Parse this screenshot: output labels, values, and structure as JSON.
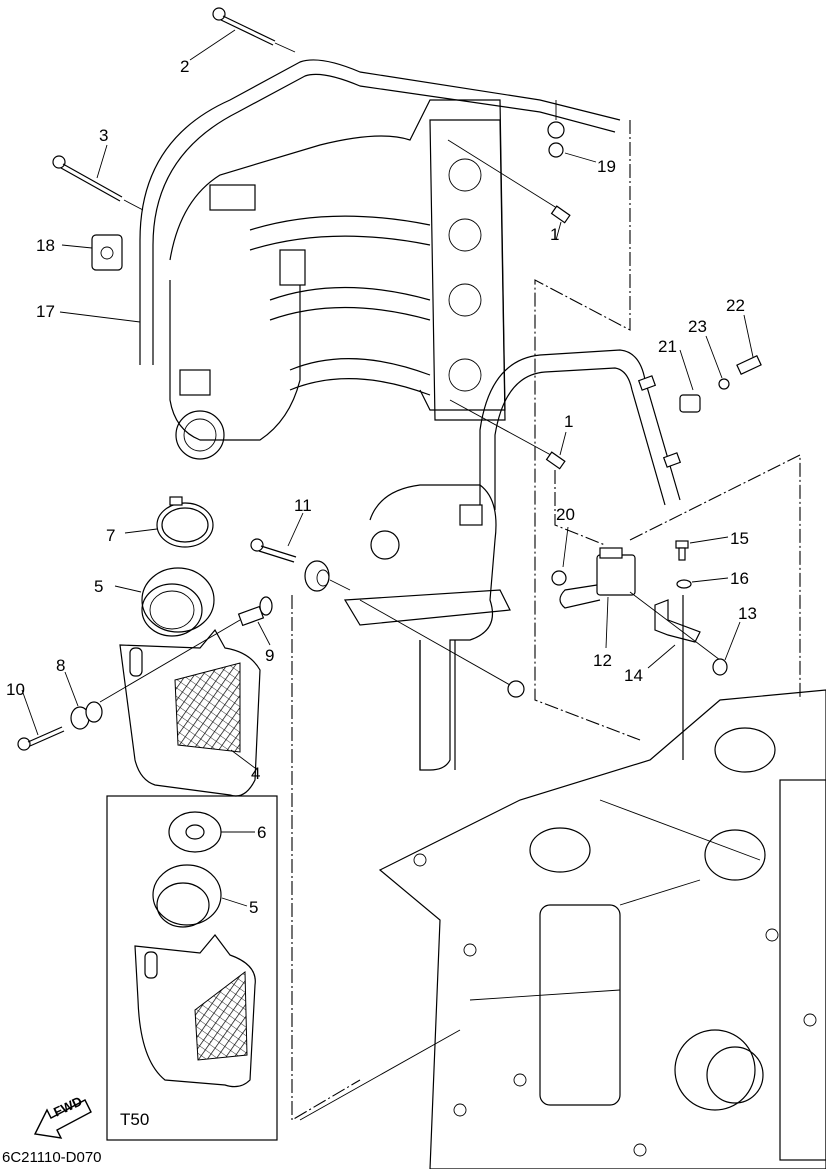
{
  "diagram": {
    "type": "exploded-parts-diagram",
    "subject": "Intake / air silencer assembly",
    "drawing_code": "6C21110-D070",
    "inset_label": "T50",
    "direction_marker": "FWD",
    "line_color": "#000000",
    "background_color": "#ffffff",
    "callouts": [
      {
        "id": "c2",
        "text": "2",
        "part": "bolt (long, upper)"
      },
      {
        "id": "c3",
        "text": "3",
        "part": "bolt (long)"
      },
      {
        "id": "c18",
        "text": "18",
        "part": "hose clamp holder"
      },
      {
        "id": "c17",
        "text": "17",
        "part": "hose"
      },
      {
        "id": "c19",
        "text": "19",
        "part": "hose holder clip"
      },
      {
        "id": "c1a",
        "text": "1",
        "part": "dowel pin (upper)"
      },
      {
        "id": "c1b",
        "text": "1",
        "part": "dowel pin (lower)"
      },
      {
        "id": "c22",
        "text": "22",
        "part": "bolt"
      },
      {
        "id": "c23",
        "text": "23",
        "part": "washer"
      },
      {
        "id": "c21",
        "text": "21",
        "part": "holder"
      },
      {
        "id": "c11",
        "text": "11",
        "part": "bolt"
      },
      {
        "id": "c7",
        "text": "7",
        "part": "hose clamp"
      },
      {
        "id": "c20",
        "text": "20",
        "part": "clip"
      },
      {
        "id": "c15",
        "text": "15",
        "part": "bolt"
      },
      {
        "id": "c16",
        "text": "16",
        "part": "washer"
      },
      {
        "id": "c5a",
        "text": "5",
        "part": "intake joint"
      },
      {
        "id": "c9",
        "text": "9",
        "part": "collar"
      },
      {
        "id": "c13",
        "text": "13",
        "part": "nut"
      },
      {
        "id": "c8",
        "text": "8",
        "part": "grommet"
      },
      {
        "id": "c12",
        "text": "12",
        "part": "valve / sensor"
      },
      {
        "id": "c14",
        "text": "14",
        "part": "bracket"
      },
      {
        "id": "c10",
        "text": "10",
        "part": "bolt"
      },
      {
        "id": "c4",
        "text": "4",
        "part": "silencer / air filter case"
      },
      {
        "id": "c6",
        "text": "6",
        "part": "plate (T50)"
      },
      {
        "id": "c5b",
        "text": "5",
        "part": "intake joint (T50)"
      }
    ]
  }
}
